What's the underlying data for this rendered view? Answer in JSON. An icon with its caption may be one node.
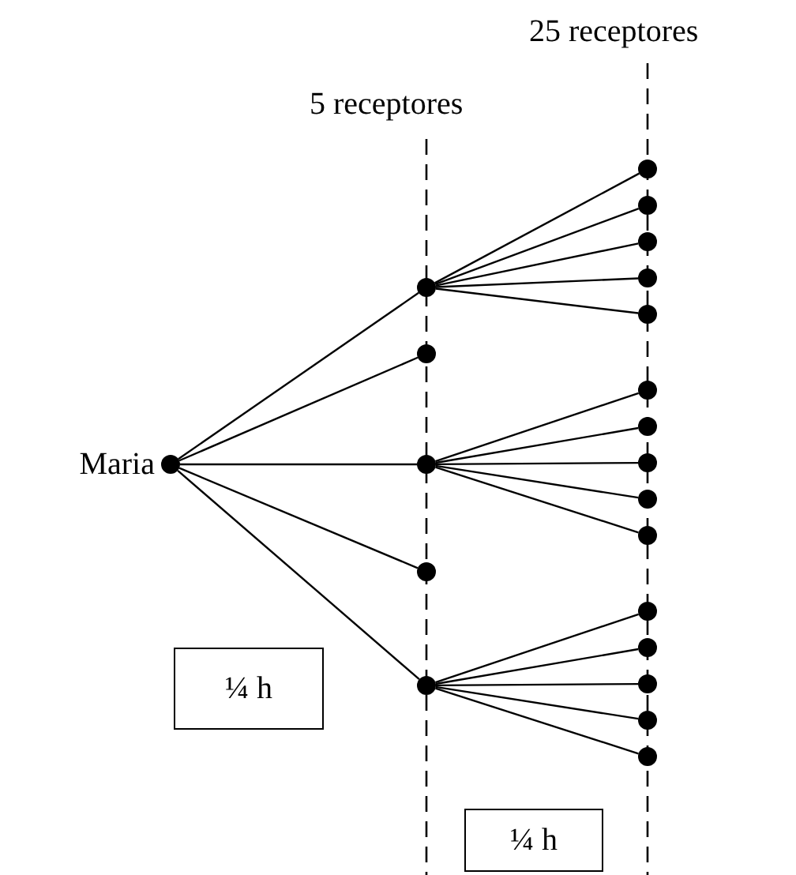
{
  "diagram": {
    "nodes": [
      {
        "text": [
          "Maria"
        ]
      },
      {
        "text": [],
        "shape": "circle"
      },
      {
        "text": [],
        "shape": "circle"
      },
      {
        "text": [],
        "shape": "circle"
      },
      {
        "text": [],
        "shape": "circle"
      },
      {
        "text": [],
        "shape": "circle"
      },
      {
        "text": [],
        "shape": "circle"
      },
      {
        "text": [],
        "shape": "circle"
      },
      {
        "text": [],
        "shape": "circle"
      },
      {
        "text": [],
        "shape": "circle"
      },
      {
        "text": [],
        "shape": "circle"
      },
      {
        "text": [],
        "shape": "circle"
      },
      {
        "text": [],
        "shape": "circle"
      },
      {
        "text": [],
        "shape": "circle"
      },
      {
        "text": [],
        "shape": "circle"
      },
      {
        "text": [],
        "shape": "circle"
      },
      {
        "text": [],
        "shape": "circle"
      },
      {
        "text": [],
        "shape": "circle"
      },
      {
        "text": [],
        "shape": "circle"
      },
      {
        "text": [],
        "shape": "circle"
      },
      {
        "text": [],
        "shape": "circle"
      },
      {
        "text": [
          "¼ h"
        ]
      },
      {
        "text": [
          "¼ h"
        ]
      }
    ],
    "edges": [
      {
        "from": 0,
        "to": 1,
        "arrow": "none"
      },
      {
        "from": 0,
        "to": 2,
        "arrow": "none"
      },
      {
        "from": 0,
        "to": 3,
        "arrow": "none"
      },
      {
        "from": 0,
        "to": 4,
        "arrow": "none"
      },
      {
        "from": 0,
        "to": 5,
        "arrow": "none"
      },
      {
        "from": 1,
        "to": 6,
        "arrow": "none"
      },
      {
        "from": 1,
        "to": 7,
        "arrow": "none"
      },
      {
        "from": 1,
        "to": 8,
        "arrow": "none"
      },
      {
        "from": 1,
        "to": 9,
        "arrow": "none"
      },
      {
        "from": 1,
        "to": 10,
        "arrow": "none"
      },
      {
        "from": 3,
        "to": 11,
        "arrow": "none"
      },
      {
        "from": 3,
        "to": 12,
        "arrow": "none"
      },
      {
        "from": 3,
        "to": 13,
        "arrow": "none"
      },
      {
        "from": 3,
        "to": 14,
        "arrow": "none"
      },
      {
        "from": 3,
        "to": 15,
        "arrow": "none"
      },
      {
        "from": 5,
        "to": 16,
        "arrow": "none"
      },
      {
        "from": 5,
        "to": 17,
        "arrow": "none"
      },
      {
        "from": 5,
        "to": 18,
        "arrow": "none"
      },
      {
        "from": 5,
        "to": 19,
        "arrow": "none"
      },
      {
        "from": 5,
        "to": 20,
        "arrow": "none"
      }
    ],
    "labels": [
      "25 receptores",
      "5 receptores"
    ]
  }
}
